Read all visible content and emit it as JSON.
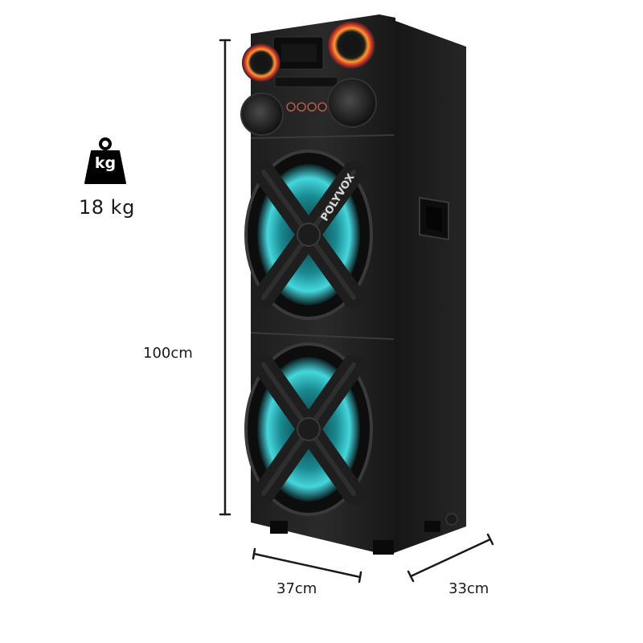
{
  "weight": {
    "icon_text": "kg",
    "value": "18 kg"
  },
  "dimensions": {
    "height": "100cm",
    "width": "37cm",
    "depth": "33cm"
  },
  "speaker": {
    "brand": "POLYVOX"
  },
  "colors": {
    "cabinet": "#1b1b1b",
    "led_glow": "#3fd0d6",
    "ring_glow": "#ff7a1a",
    "text": "#1a1a1a"
  }
}
